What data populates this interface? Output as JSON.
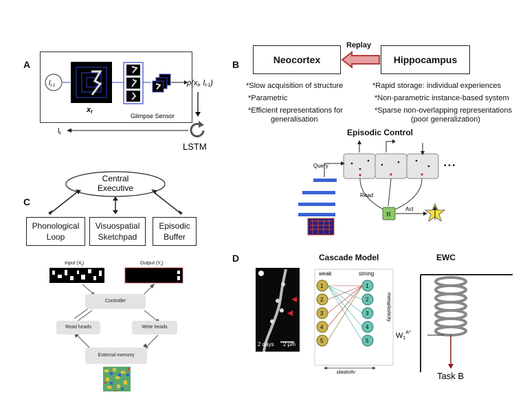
{
  "panels": {
    "A": "A",
    "B": "B",
    "C": "C",
    "D": "D"
  },
  "panel_a": {
    "prev_location": "l",
    "prev_location_sub": "t-1",
    "glimpse_input": "x",
    "glimpse_input_sub": "t",
    "rho_label": "ρ(x",
    "rho_sub1": "t",
    "rho_mid": ", l",
    "rho_sub2": "t-1",
    "rho_end": ")",
    "sensor_label": "Glimpse Sensor",
    "output_label": "l",
    "output_sub": "t",
    "lstm_label": "LSTM"
  },
  "panel_b": {
    "neocortex": "Neocortex",
    "hippocampus": "Hippocampus",
    "replay": "Replay",
    "neocortex_points": [
      "*Slow acquisition of structure",
      "*Parametric",
      "*Efficient representations for",
      "generalisation"
    ],
    "hippocampus_points": [
      "*Rapid storage: individual experiences",
      "*Non-parametric instance-based system",
      "*Sparse non-overlapping representations",
      "(poor generalization)"
    ],
    "episodic_title": "Episodic Control",
    "query": "Query",
    "read": "Read",
    "act": "Act",
    "pi": "π",
    "ellipsis": "• • •"
  },
  "panel_c": {
    "central_executive": [
      "Central",
      "Executive"
    ],
    "phonological": [
      "Phonological",
      "Loop"
    ],
    "visuospatial": [
      "Visuospatial",
      "Sketchpad"
    ],
    "episodic_buffer": [
      "Episodic",
      "Buffer"
    ],
    "input_label": "Input (X",
    "input_sub": "t",
    "output_label": "Output (Y",
    "output_sub": "t",
    "close_paren": ")",
    "controller": "Controller",
    "read_heads": "Read heads",
    "write_heads": "Write heads",
    "external_memory": "External memory"
  },
  "panel_d": {
    "microscopy_caption": "2 days",
    "scale_bar": "2 μm",
    "cascade_title": "Cascade Model",
    "weak": "weak",
    "strong": "strong",
    "metaplasticity": "metaplasticity",
    "plasticity": "plasticity",
    "states": [
      "1",
      "2",
      "3",
      "4",
      "5"
    ],
    "ewc_title": "EWC",
    "ewc_weight": "W",
    "ewc_weight_sub": "1",
    "ewc_weight_sup": "A*",
    "task_label": "Task B"
  },
  "colors": {
    "arrow_fill": "#e8a0a0",
    "arrow_stroke": "#b53a3a",
    "stack_blue": "#3b63d6",
    "policy_green": "#8dc86a",
    "star_yellow": "#f5e13a",
    "weak_node": "#c8b24a",
    "strong_node": "#6cc3b3",
    "task_arrow": "#8b1a1a"
  }
}
